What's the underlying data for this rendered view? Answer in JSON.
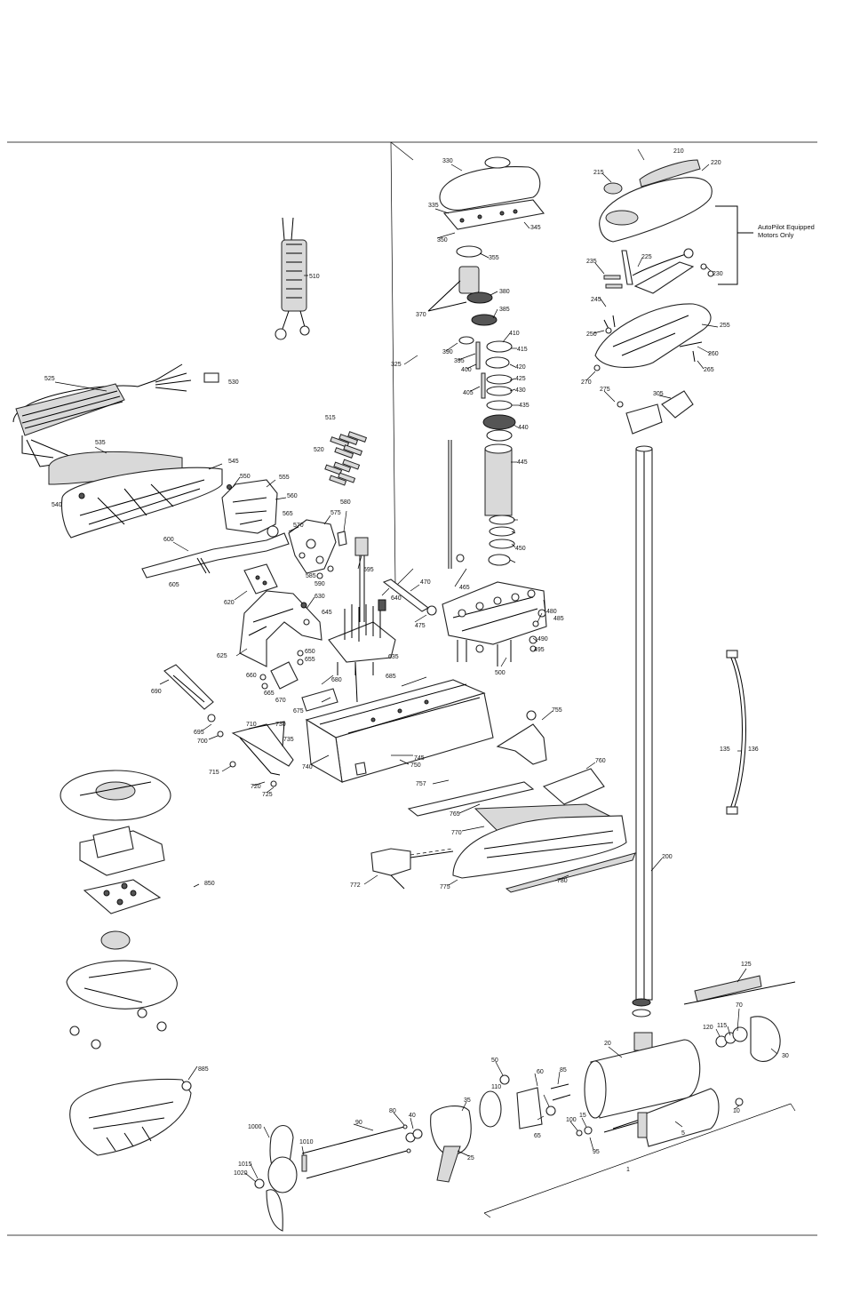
{
  "diagram": {
    "note": [
      "AutoPilot Equipped",
      "Motors Only"
    ],
    "callouts": [
      "1",
      "5",
      "10",
      "15",
      "20",
      "25",
      "30",
      "35",
      "40",
      "50",
      "60",
      "65",
      "70",
      "80",
      "85",
      "90",
      "95",
      "100",
      "110",
      "115",
      "120",
      "125",
      "135",
      "136",
      "200",
      "210",
      "215",
      "220",
      "225",
      "230",
      "235",
      "245",
      "250",
      "255",
      "260",
      "265",
      "270",
      "275",
      "305",
      "325",
      "330",
      "335",
      "345",
      "350",
      "355",
      "370",
      "380",
      "385",
      "390",
      "395",
      "400",
      "405",
      "410",
      "415",
      "420",
      "425",
      "430",
      "435",
      "440",
      "445",
      "450",
      "465",
      "470",
      "475",
      "480",
      "485",
      "490",
      "495",
      "500",
      "510",
      "515",
      "520",
      "525",
      "530",
      "535",
      "540",
      "545",
      "550",
      "555",
      "560",
      "565",
      "570",
      "575",
      "580",
      "585",
      "590",
      "595",
      "600",
      "605",
      "620",
      "625",
      "630",
      "635",
      "640",
      "645",
      "650",
      "655",
      "660",
      "665",
      "670",
      "675",
      "680",
      "685",
      "690",
      "695",
      "700",
      "710",
      "715",
      "720",
      "725",
      "730",
      "735",
      "740",
      "745",
      "750",
      "755",
      "757",
      "760",
      "765",
      "770",
      "772",
      "775",
      "780",
      "850",
      "885",
      "1000",
      "1010",
      "1015",
      "1020"
    ]
  }
}
